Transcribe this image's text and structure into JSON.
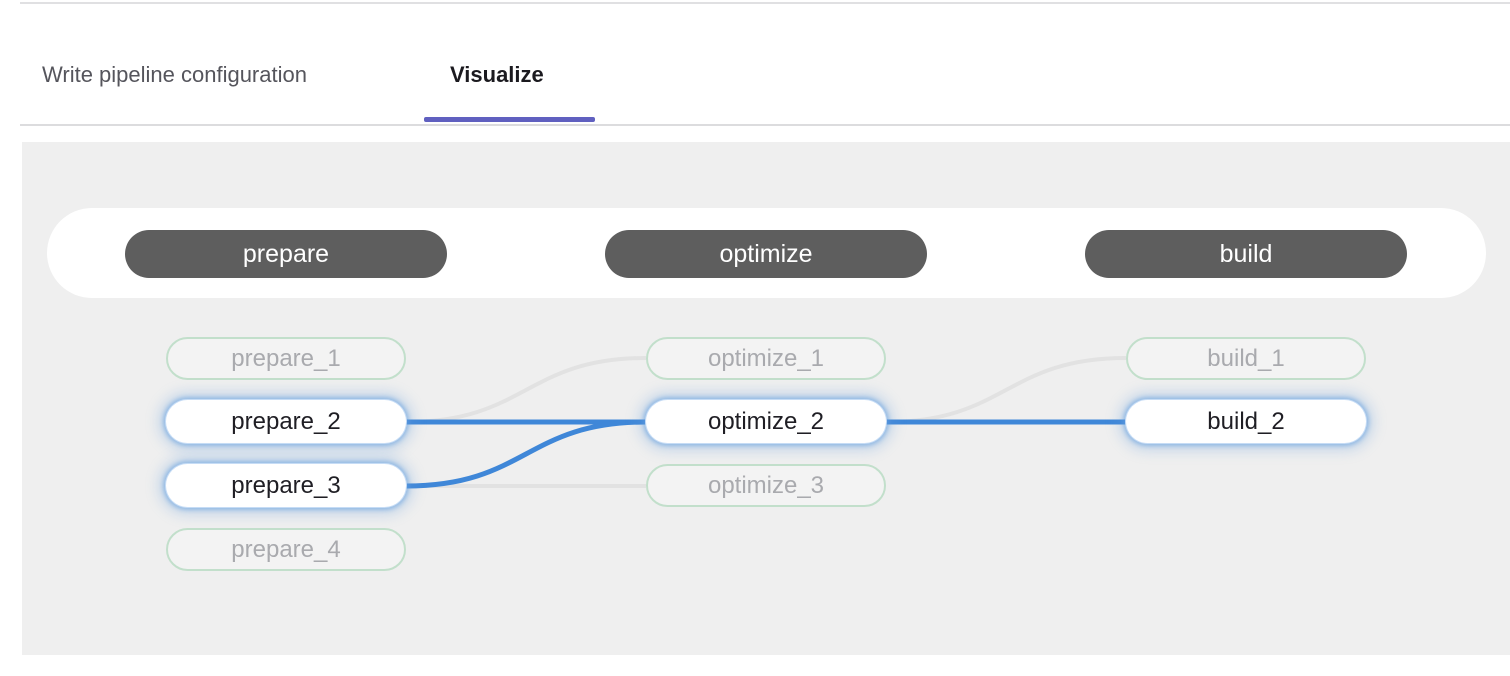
{
  "tabs": {
    "items": [
      {
        "label": "Write pipeline configuration",
        "active": false
      },
      {
        "label": "Visualize",
        "active": true
      }
    ]
  },
  "pipeline": {
    "stages": [
      {
        "name": "prepare",
        "jobs": [
          {
            "name": "prepare_1",
            "state": "dimmed"
          },
          {
            "name": "prepare_2",
            "state": "highlighted"
          },
          {
            "name": "prepare_3",
            "state": "highlighted"
          },
          {
            "name": "prepare_4",
            "state": "dimmed"
          }
        ]
      },
      {
        "name": "optimize",
        "jobs": [
          {
            "name": "optimize_1",
            "state": "dimmed"
          },
          {
            "name": "optimize_2",
            "state": "highlighted"
          },
          {
            "name": "optimize_3",
            "state": "dimmed"
          }
        ]
      },
      {
        "name": "build",
        "jobs": [
          {
            "name": "build_1",
            "state": "dimmed"
          },
          {
            "name": "build_2",
            "state": "highlighted"
          }
        ]
      }
    ],
    "links": [
      {
        "from": "prepare_2",
        "to": "optimize_1",
        "state": "dimmed"
      },
      {
        "from": "prepare_2",
        "to": "optimize_2",
        "state": "highlighted"
      },
      {
        "from": "prepare_3",
        "to": "optimize_2",
        "state": "highlighted"
      },
      {
        "from": "prepare_3",
        "to": "optimize_3",
        "state": "dimmed"
      },
      {
        "from": "optimize_2",
        "to": "build_1",
        "state": "dimmed"
      },
      {
        "from": "optimize_2",
        "to": "build_2",
        "state": "highlighted"
      }
    ]
  },
  "colors": {
    "tab_accent_purple": "#6060c0",
    "highlight_link_blue": "#3f87d8",
    "dimmed_link_gray": "#e2e2e2",
    "dimmed_node_border_green": "#c2dfcb",
    "stage_pill_gray": "#5e5e5e",
    "panel_background": "#efefef"
  }
}
